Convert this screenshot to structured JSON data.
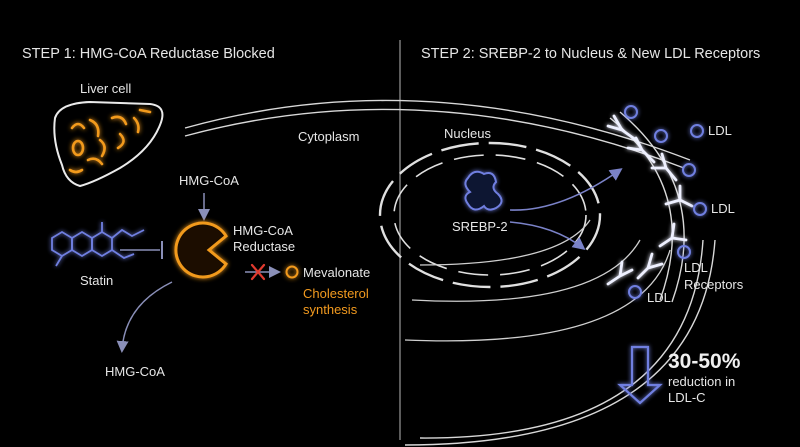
{
  "step1": {
    "title": "STEP 1: HMG-CoA Reductase Blocked"
  },
  "step2": {
    "title": "STEP 2: SREBP-2 to Nucleus & New LDL Receptors"
  },
  "labels": {
    "liver_cell": "Liver cell",
    "cytoplasm": "Cytoplasm",
    "nucleus": "Nucleus",
    "hmg_coa_top": "HMG-CoA",
    "hmg_coa_bottom": "HMG-CoA",
    "reductase_line1": "HMG-CoA",
    "reductase_line2": "Reductase",
    "statin": "Statin",
    "mevalonate": "Mevalonate",
    "cholesterol_line1": "Cholesterol",
    "cholesterol_line2": "synthesis",
    "srebp2": "SREBP-2",
    "ldl_1": "LDL",
    "ldl_2": "LDL",
    "ldl_3": "LDL",
    "ldl_receptors_line1": "LDL",
    "ldl_receptors_line2": "Receptors"
  },
  "result": {
    "percent": "30-50%",
    "line1": "reduction in",
    "line2": "LDL-C"
  },
  "colors": {
    "background": "#000000",
    "text": "#e6e6e6",
    "orange": "#f29a1f",
    "blue": "#6f7fe0",
    "block_red": "#e03a2f",
    "membrane": "#d9d9d9"
  }
}
